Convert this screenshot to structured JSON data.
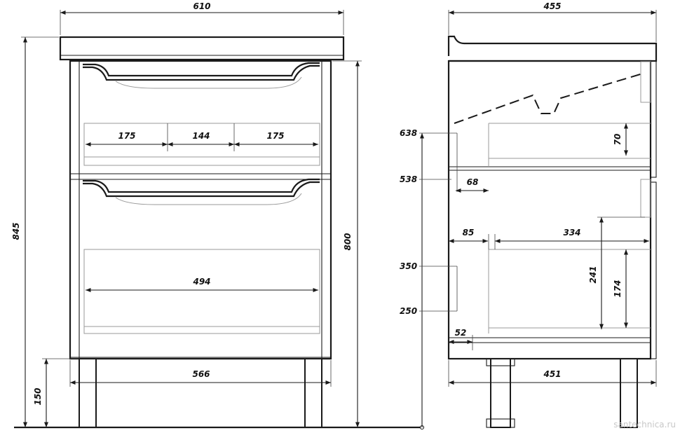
{
  "front_view": {
    "overall_width": "610",
    "overall_height": "845",
    "body_height": "800",
    "drawer_internal_left": "175",
    "drawer_internal_middle": "144",
    "drawer_internal_right": "175",
    "lower_drawer_internal_width": "494",
    "body_width": "566",
    "leg_height": "150"
  },
  "side_view": {
    "overall_depth": "455",
    "body_depth": "451",
    "level_638": "638",
    "level_538": "538",
    "level_350": "350",
    "level_250": "250",
    "upper_drawer_offset": "68",
    "upper_drawer_height": "70",
    "lower_drawer_offset": "85",
    "lower_drawer_depth": "334",
    "lower_opening_height": "241",
    "lower_drawer_height": "174",
    "bottom_offset": "52"
  },
  "watermark": "santechnica.ru"
}
